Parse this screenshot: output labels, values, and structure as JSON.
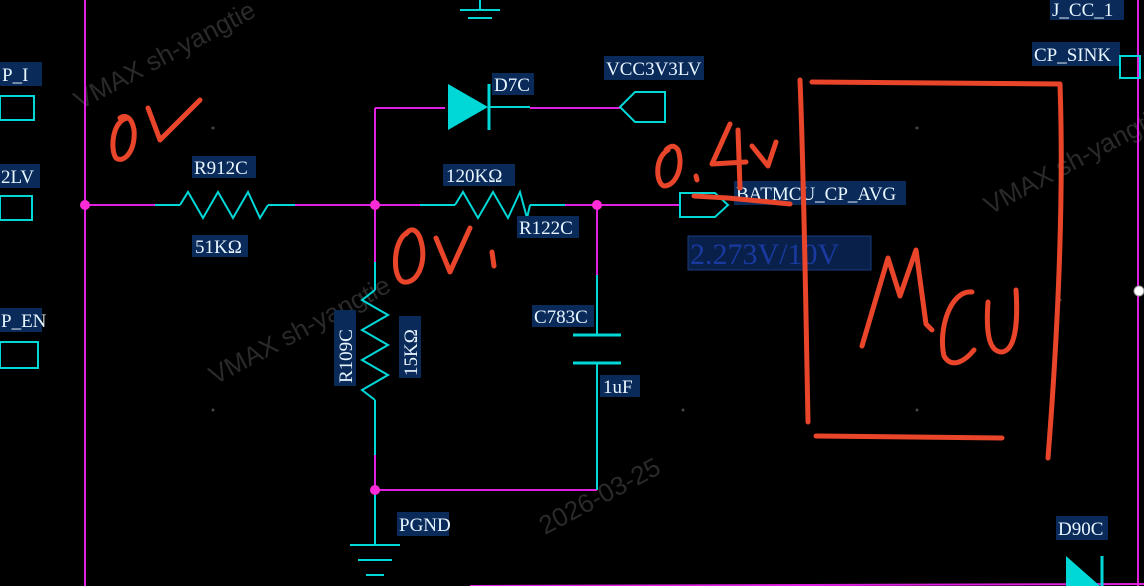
{
  "components": {
    "r912c": {
      "ref": "R912C",
      "value": "51KΩ"
    },
    "r122c": {
      "ref": "R122C",
      "value": "120KΩ"
    },
    "r109c": {
      "ref": "R109C",
      "value": "15KΩ"
    },
    "c783c": {
      "ref": "C783C",
      "value": "1uF"
    },
    "d7c": {
      "ref": "D7C"
    },
    "d90c": {
      "ref": "D90C"
    }
  },
  "nets": {
    "vcc": "VCC3V3LV",
    "batmcu": "BATMCU_CP_AVG",
    "gnd": "PGND",
    "cp_sink": "CP_SINK",
    "j_cc": "J_CC_1",
    "left_partial_1": "P_I",
    "left_partial_2": "2LV",
    "left_partial_3": "P_EN"
  },
  "probe": {
    "value": "2.273V/10V"
  },
  "watermarks": {
    "user": "VMAX  sh-yangtie",
    "date": "2026-03-25"
  },
  "colors": {
    "background": "#000000",
    "wire": "#e020e0",
    "component": "#00d8d8",
    "label_bg": "#0a2a5a",
    "annotation": "#e8452a"
  },
  "annotation_icons": [
    "handwritten-0V",
    "handwritten-0V-node",
    "handwritten-0.4V",
    "handwritten-MCU-box"
  ]
}
